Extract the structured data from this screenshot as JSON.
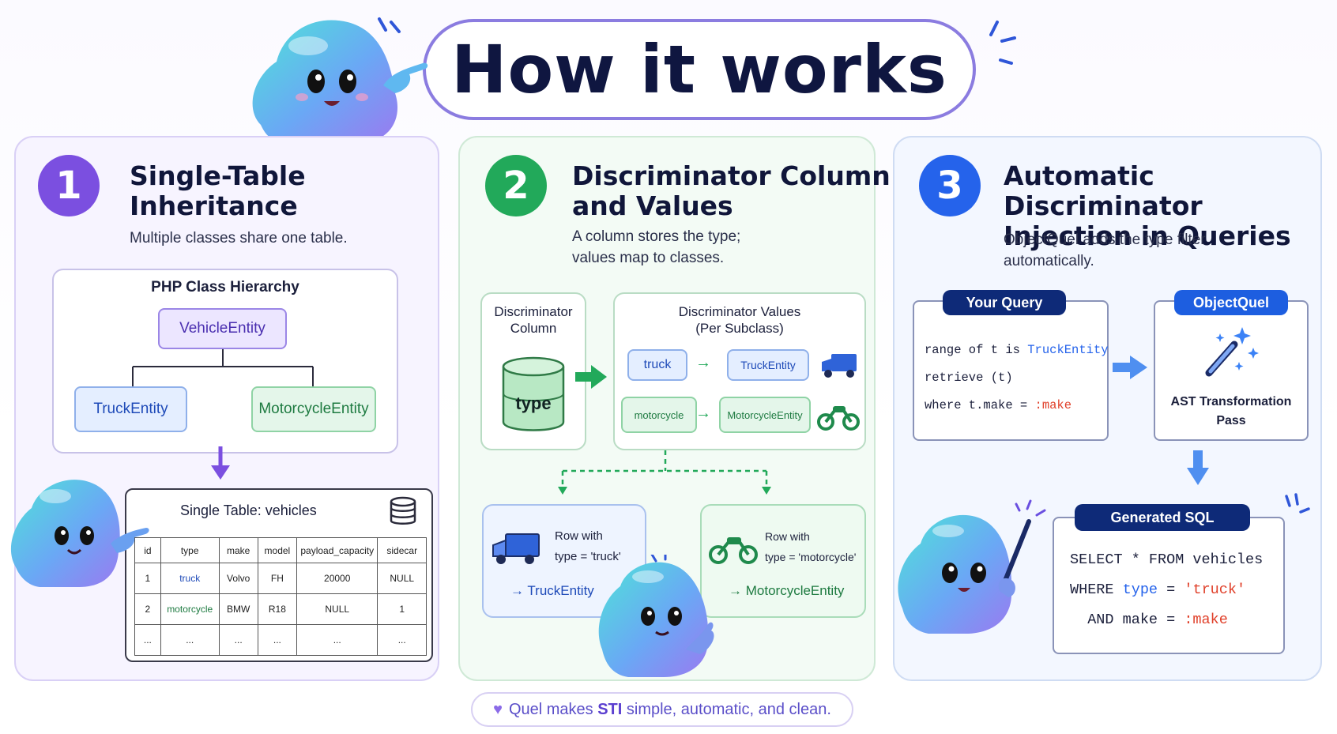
{
  "title": "How it works",
  "colors": {
    "purple": "#7b4fe0",
    "green": "#22a95a",
    "blue": "#2563eb",
    "navy": "#0e2a78"
  },
  "step1": {
    "number": "1",
    "heading_line1": "Single-Table",
    "heading_line2": "Inheritance",
    "subtitle": "Multiple classes share one table.",
    "hierarchy_title": "PHP Class Hierarchy",
    "parent": "VehicleEntity",
    "child_left": "TruckEntity",
    "child_right": "MotorcycleEntity",
    "table_title": "Single Table:  vehicles",
    "table": {
      "headers": [
        "id",
        "type",
        "make",
        "model",
        "payload_capacity",
        "sidecar"
      ],
      "rows": [
        [
          "1",
          "truck",
          "Volvo",
          "FH",
          "20000",
          "NULL"
        ],
        [
          "2",
          "motorcycle",
          "BMW",
          "R18",
          "NULL",
          "1"
        ],
        [
          "...",
          "...",
          "...",
          "...",
          "...",
          "..."
        ]
      ]
    }
  },
  "step2": {
    "number": "2",
    "heading_line1": "Discriminator Column",
    "heading_line2": "and Values",
    "subtitle_line1": "A column stores the type;",
    "subtitle_line2": "values map to classes.",
    "column_box_line1": "Discriminator",
    "column_box_line2": "Column",
    "cylinder_label": "type",
    "values_box_line1": "Discriminator Values",
    "values_box_line2": "(Per Subclass)",
    "map_truck_value": "truck",
    "map_truck_class": "TruckEntity",
    "map_moto_value": "motorcycle",
    "map_moto_class": "MotorcycleEntity",
    "row_truck_line1": "Row with",
    "row_truck_line2": "type = 'truck'",
    "row_truck_result": "TruckEntity",
    "row_moto_line1": "Row with",
    "row_moto_line2": "type = 'motorcycle'",
    "row_moto_result": "MotorcycleEntity"
  },
  "step3": {
    "number": "3",
    "heading_line1": "Automatic Discriminator",
    "heading_line2": "Injection in Queries",
    "subtitle_line1": "ObjectQuel adds the type filter",
    "subtitle_line2": "automatically.",
    "query_label": "Your Query",
    "query_line1_a": "range of t is ",
    "query_line1_b": "TruckEntity",
    "query_line2": "retrieve (t)",
    "query_line3_a": "where t.make = ",
    "query_line3_b": ":make",
    "objectquel_label": "ObjectQuel",
    "ast_line1": "AST Transformation",
    "ast_line2": "Pass",
    "sql_label": "Generated SQL",
    "sql_line1": "SELECT * FROM vehicles",
    "sql_line2_a": "WHERE ",
    "sql_line2_b": "type",
    "sql_line2_c": " = ",
    "sql_line2_d": "'truck'",
    "sql_line3_a": "  AND make = ",
    "sql_line3_b": ":make"
  },
  "footer": {
    "prefix": "Quel makes ",
    "highlight": "STI",
    "suffix": " simple, automatic, and clean."
  }
}
